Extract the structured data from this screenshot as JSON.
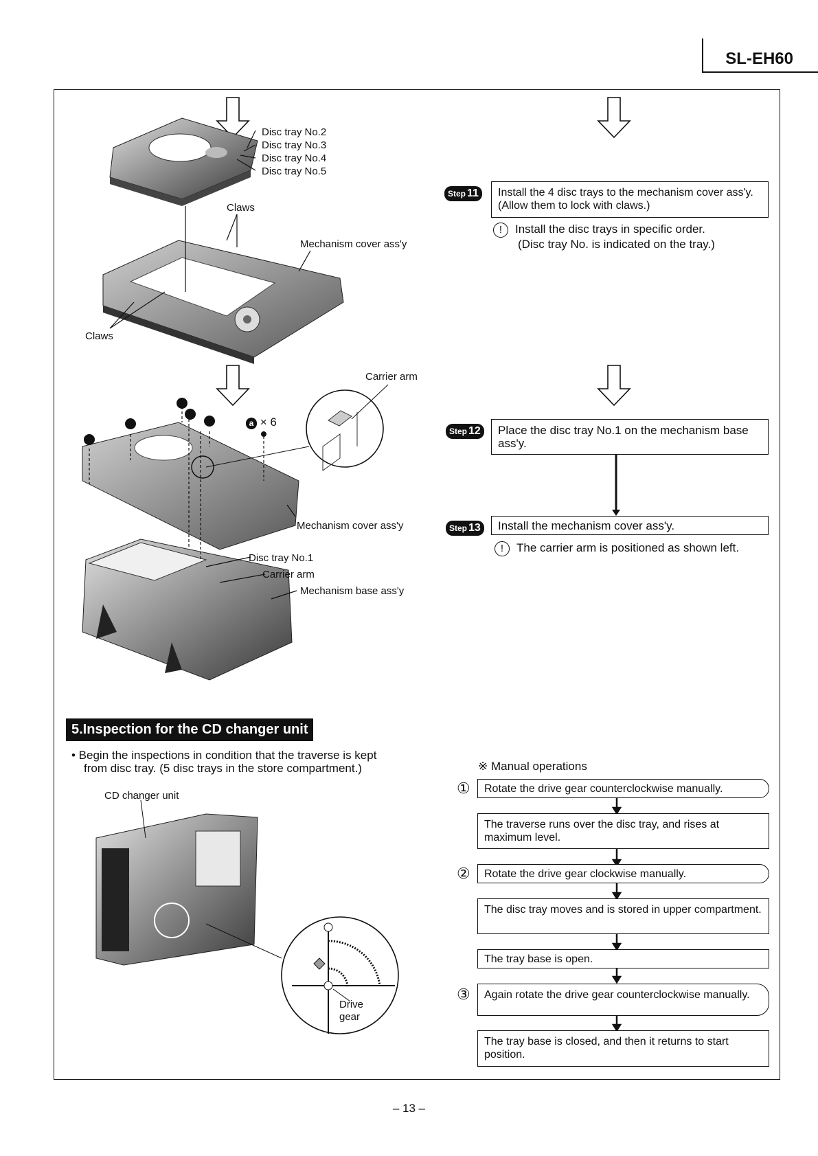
{
  "header": {
    "model": "SL-EH60"
  },
  "figure1": {
    "labels": [
      "Disc tray No.2",
      "Disc tray No.3",
      "Disc tray No.4",
      "Disc tray No.5"
    ],
    "claws_top": "Claws",
    "claws_bottom": "Claws",
    "mech_cover": "Mechanism cover ass'y"
  },
  "figure2": {
    "carrier_arm_top": "Carrier arm",
    "screw_symbol": "a",
    "screw_count": "× 6",
    "mech_cover": "Mechanism cover ass'y",
    "disc_tray_1": "Disc tray No.1",
    "carrier_arm": "Carrier arm",
    "mech_base": "Mechanism base ass'y"
  },
  "steps": [
    {
      "tag": "Step",
      "num": "11",
      "text": "Install the 4 disc trays to the mechanism cover ass'y. (Allow them to lock with claws.)",
      "note_line1": "Install the disc trays in specific order.",
      "note_line2": "(Disc tray No. is indicated on the tray.)"
    },
    {
      "tag": "Step",
      "num": "12",
      "text": "Place the disc tray No.1 on the mechanism base ass'y."
    },
    {
      "tag": "Step",
      "num": "13",
      "text": "Install the mechanism cover ass'y.",
      "note_line1": "The carrier arm is positioned as shown left."
    }
  ],
  "warn_symbol": "!",
  "section": {
    "heading": "5.Inspection for the CD changer unit",
    "bullet_line1": "• Begin the inspections in condition that the traverse is kept",
    "bullet_line2": "from disc tray. (5 disc trays in the store compartment.)",
    "cd_unit": "CD changer unit",
    "drive_gear_1": "Drive",
    "drive_gear_2": "gear"
  },
  "manual": {
    "title": "※ Manual operations",
    "n1": "①",
    "n2": "②",
    "n3": "③",
    "op1": "Rotate the drive gear counterclockwise manually.",
    "res1": "The traverse runs over the disc tray, and rises at maximum level.",
    "op2": "Rotate the drive gear clockwise manually.",
    "res2a": "The disc tray moves and is stored in upper compartment.",
    "res2b": "The tray base is open.",
    "op3": "Again rotate the drive gear counterclockwise manually.",
    "res3": "The tray base is closed, and then it returns to start position."
  },
  "footer": {
    "page": "– 13 –"
  }
}
